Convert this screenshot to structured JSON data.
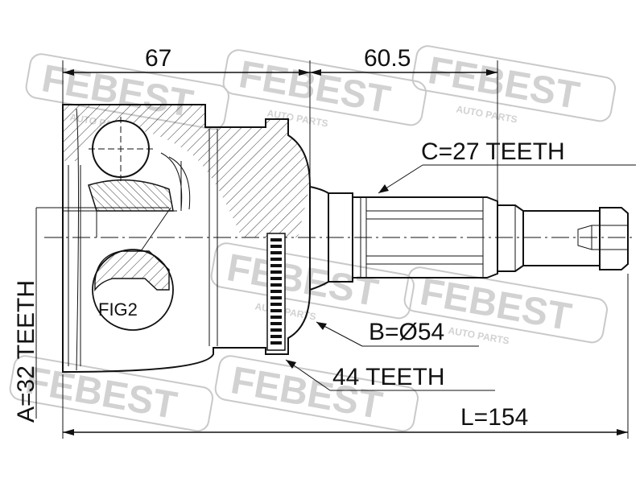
{
  "watermark": {
    "brand": "FEBEST",
    "sub": "AUTO PARTS"
  },
  "dimensions": {
    "length_outer_body": "67",
    "length_shaft": "60.5",
    "total_length": "L=154"
  },
  "labels": {
    "spline_c": "C=27 TEETH",
    "spline_a": "A=32 TEETH",
    "diameter_b": "B=Ø54",
    "abs_ring": "44 TEETH",
    "figure_ref": "FIG2"
  }
}
